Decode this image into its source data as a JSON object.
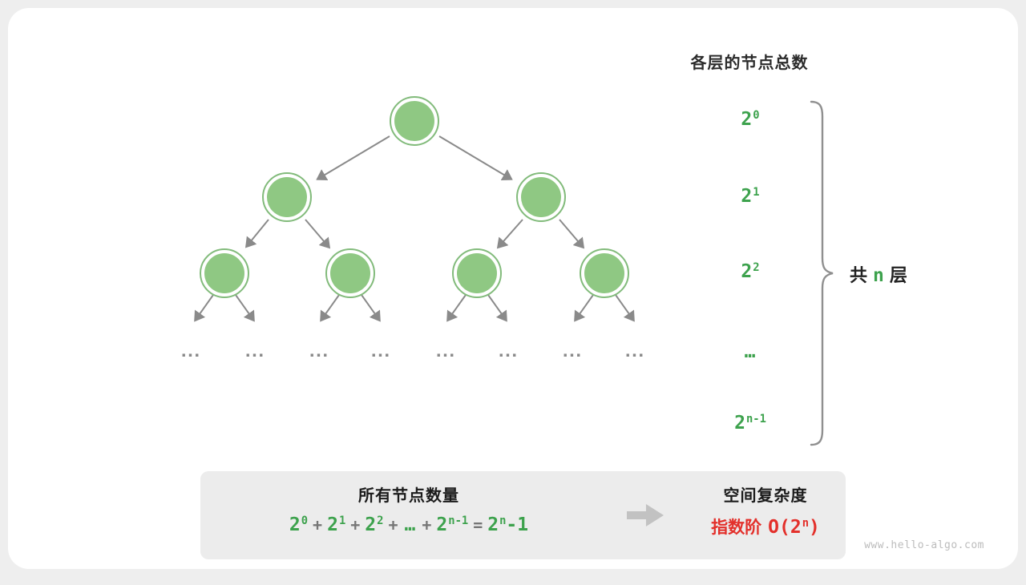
{
  "header": {
    "title": "各层的节点总数"
  },
  "tree": {
    "ellipsis": "...",
    "level_labels": [
      {
        "base": "2",
        "exp": "0"
      },
      {
        "base": "2",
        "exp": "1"
      },
      {
        "base": "2",
        "exp": "2"
      },
      {
        "base": "…",
        "exp": ""
      },
      {
        "base": "2",
        "exp": "n-1"
      }
    ]
  },
  "brace": {
    "prefix": "共",
    "n": "n",
    "suffix": "层"
  },
  "summary": {
    "left_title": "所有节点数量",
    "formula": {
      "t1_base": "2",
      "t1_exp": "0",
      "plus1": "+",
      "t2_base": "2",
      "t2_exp": "1",
      "plus2": "+",
      "t3_base": "2",
      "t3_exp": "2",
      "plus3": "+",
      "dots": "…",
      "plus4": "+",
      "t4_base": "2",
      "t4_exp": "n-1",
      "equals": "=",
      "result_base": "2",
      "result_exp": "n",
      "result_tail": "-1"
    },
    "right_title": "空间复杂度",
    "complexity_label": "指数阶",
    "complexity_open": "O(2",
    "complexity_exp": "n",
    "complexity_close": ")"
  },
  "watermark": "www.hello-algo.com",
  "colors": {
    "node_fill": "#8fc883",
    "node_stroke": "#82bb7b",
    "green_text": "#3da24d",
    "red_text": "#e3302b",
    "arrow_gray": "#8a8a8a",
    "card_bg": "#ffffff",
    "page_bg": "#eeeeee",
    "summary_bg": "#ececec"
  }
}
